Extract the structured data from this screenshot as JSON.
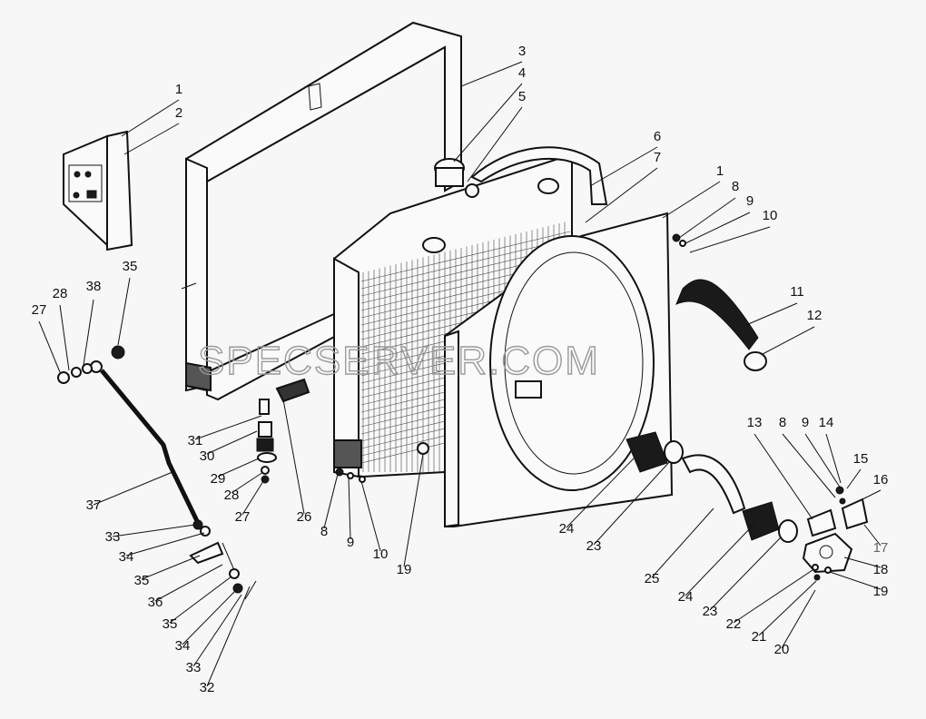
{
  "watermark": "SPECSERVER.COM",
  "callouts": [
    {
      "label": "1"
    },
    {
      "label": "2"
    },
    {
      "label": "3"
    },
    {
      "label": "4"
    },
    {
      "label": "5"
    },
    {
      "label": "6"
    },
    {
      "label": "7"
    },
    {
      "label": "1"
    },
    {
      "label": "8"
    },
    {
      "label": "9"
    },
    {
      "label": "10"
    },
    {
      "label": "11"
    },
    {
      "label": "12"
    },
    {
      "label": "35"
    },
    {
      "label": "28"
    },
    {
      "label": "38"
    },
    {
      "label": "27"
    },
    {
      "label": "31"
    },
    {
      "label": "30"
    },
    {
      "label": "29"
    },
    {
      "label": "28"
    },
    {
      "label": "27"
    },
    {
      "label": "26"
    },
    {
      "label": "8"
    },
    {
      "label": "9"
    },
    {
      "label": "10"
    },
    {
      "label": "19"
    },
    {
      "label": "37"
    },
    {
      "label": "33"
    },
    {
      "label": "34"
    },
    {
      "label": "35"
    },
    {
      "label": "36"
    },
    {
      "label": "35"
    },
    {
      "label": "34"
    },
    {
      "label": "33"
    },
    {
      "label": "32"
    },
    {
      "label": "24"
    },
    {
      "label": "23"
    },
    {
      "label": "25"
    },
    {
      "label": "24"
    },
    {
      "label": "23"
    },
    {
      "label": "22"
    },
    {
      "label": "21"
    },
    {
      "label": "20"
    },
    {
      "label": "13"
    },
    {
      "label": "8"
    },
    {
      "label": "9"
    },
    {
      "label": "14"
    },
    {
      "label": "15"
    },
    {
      "label": "16"
    },
    {
      "label": "17",
      "muted": true
    },
    {
      "label": "18"
    },
    {
      "label": "19"
    }
  ]
}
